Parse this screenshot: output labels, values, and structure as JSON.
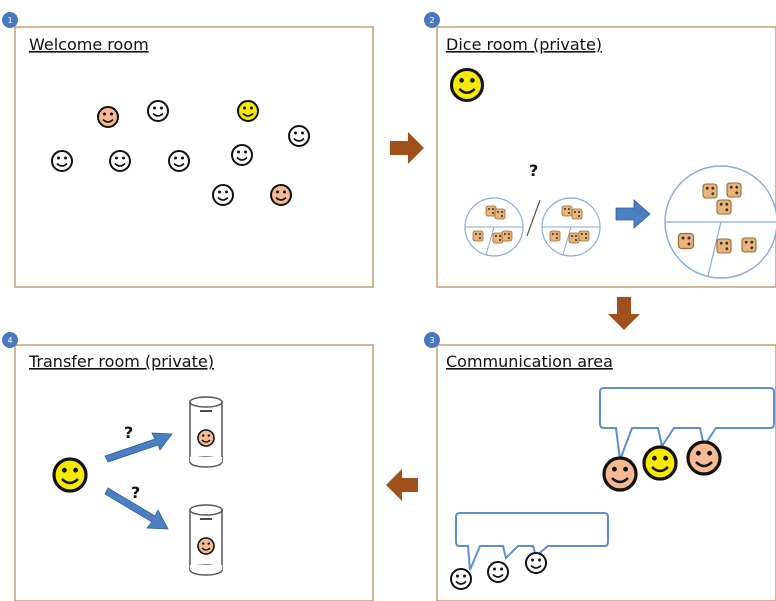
{
  "panels": [
    {
      "number": "1",
      "title": "Welcome room"
    },
    {
      "number": "2",
      "title": "Dice room (private)"
    },
    {
      "number": "3",
      "title": "Communication area"
    },
    {
      "number": "4",
      "title": "Transfer room (private)"
    }
  ],
  "dice_room": {
    "question_mark": "?"
  },
  "transfer_room": {
    "question_mark_upper": "?",
    "question_mark_lower": "?"
  },
  "colors": {
    "panel_border": "#b08850",
    "badge": "#4a78bf",
    "flow_arrow": "#a0501a",
    "blue_arrow": "#4a7fc4",
    "bubble_border": "#5b8fd0",
    "smiley_yellow": "#f5ea00",
    "smiley_orange": "#f5b994",
    "smiley_white": "#ffffff",
    "die": "#e8b47a"
  },
  "icons": [
    "smiley-icon",
    "dice-icon",
    "coin-can-icon",
    "speech-bubble-icon",
    "arrow-icon"
  ]
}
